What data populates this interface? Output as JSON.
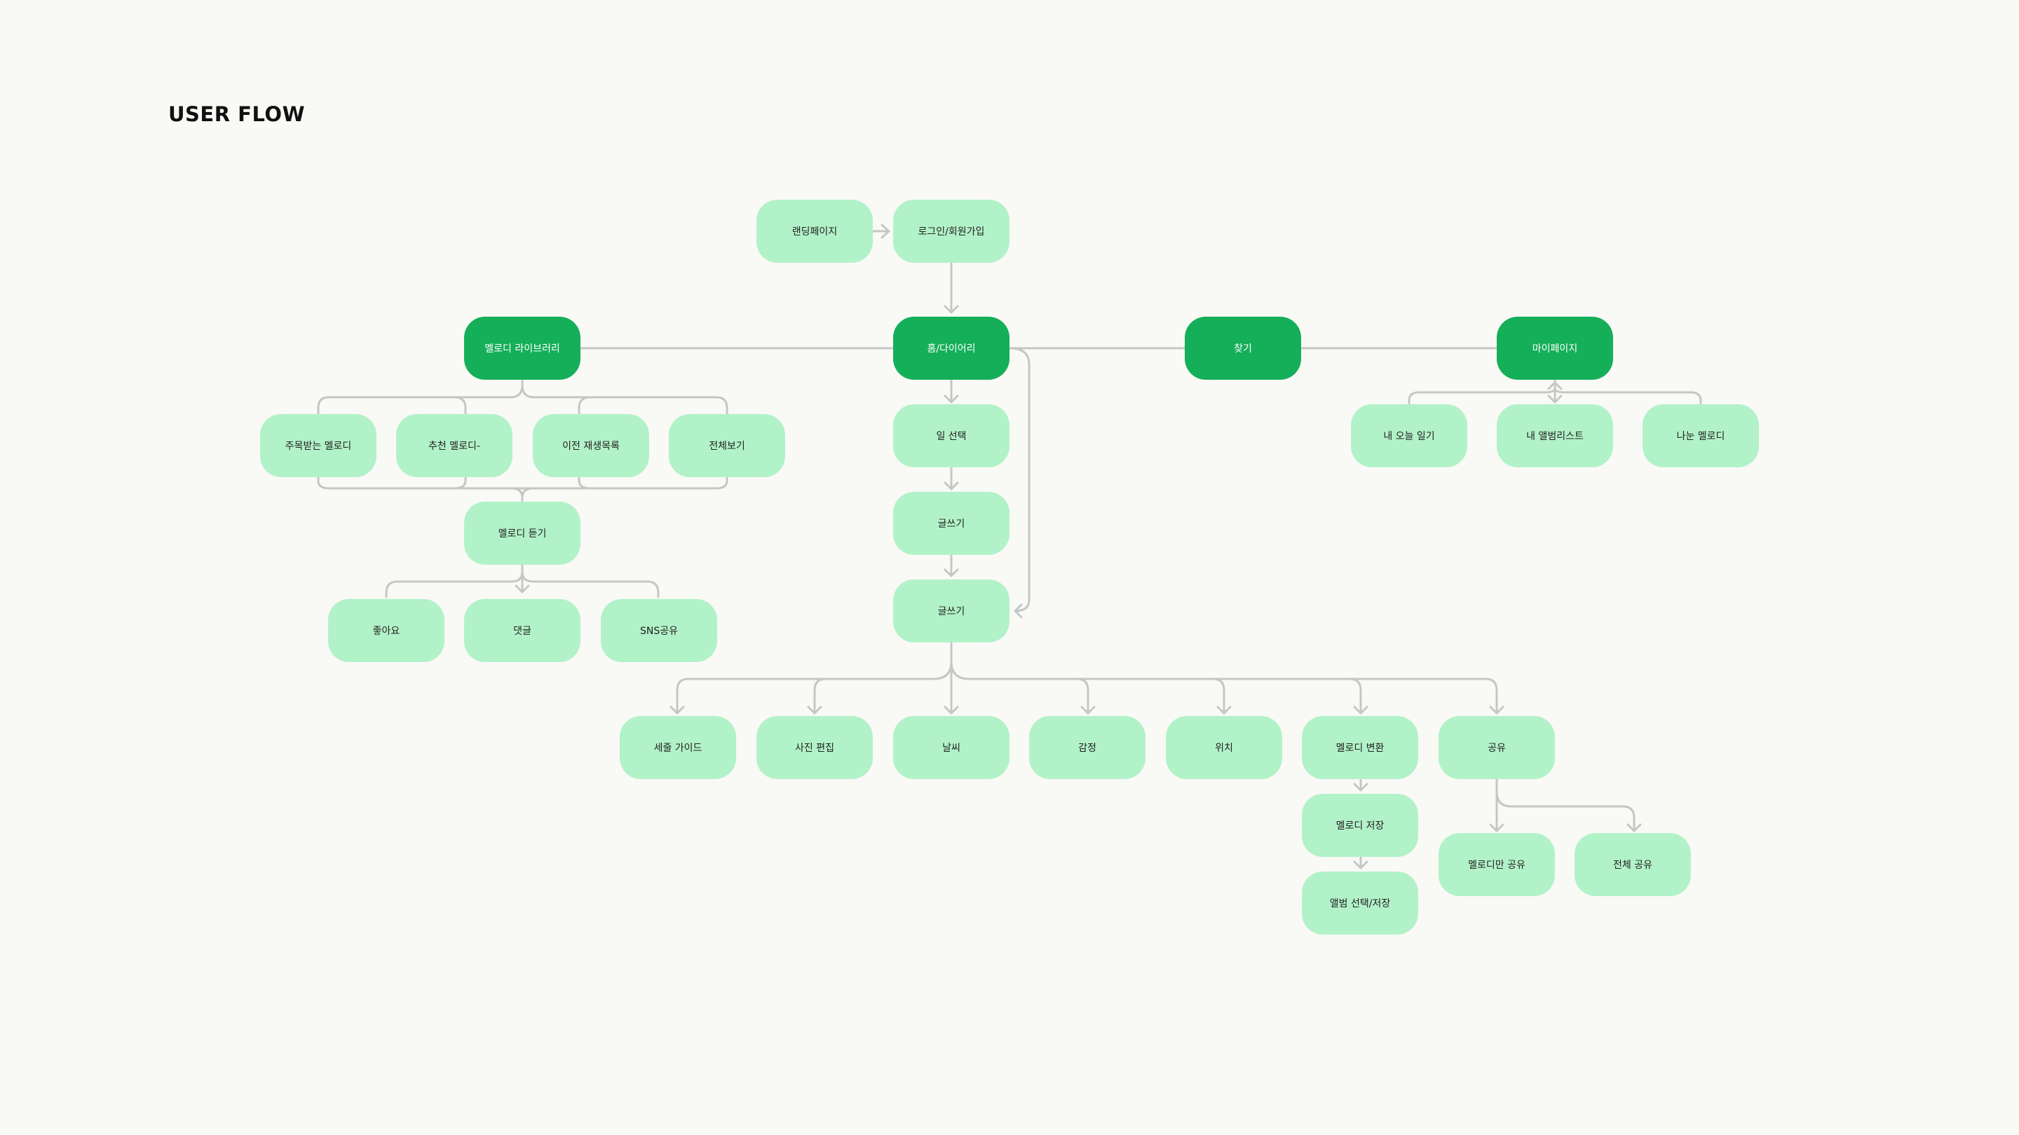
{
  "title": "USER FLOW",
  "colors": {
    "primary": "#15af59",
    "secondary": "#b2f2c8",
    "line": "#c6c6c6",
    "background": "#f9f9f6"
  },
  "nodes": {
    "landing": "랜딩페이지",
    "login": "로그인/회원가입",
    "library": "멜로디 라이브러리",
    "home": "홈/다이어리",
    "search": "찾기",
    "mypage": "마이페이지",
    "popular": "주목받는 멜로디",
    "recommend": "추천 멜로디-",
    "history": "이전 재생목록",
    "viewall": "전체보기",
    "listen": "멜로디 듣기",
    "like": "좋아요",
    "comment": "댓글",
    "snsshare": "SNS공유",
    "dayselect": "일 선택",
    "write1": "글쓰기",
    "write2": "글쓰기",
    "myday": "내 오늘 일기",
    "myalbum": "내 앨범리스트",
    "shared": "나눈 멜로디",
    "guide": "세줄 가이드",
    "photo": "사진 편집",
    "weather": "날씨",
    "emotion": "감정",
    "location": "위치",
    "convert": "멜로디 변환",
    "share": "공유",
    "save": "멜로디 저장",
    "album": "앨범 선택/저장",
    "melodyonly": "멜로디만 공유",
    "shareall": "전체 공유"
  }
}
